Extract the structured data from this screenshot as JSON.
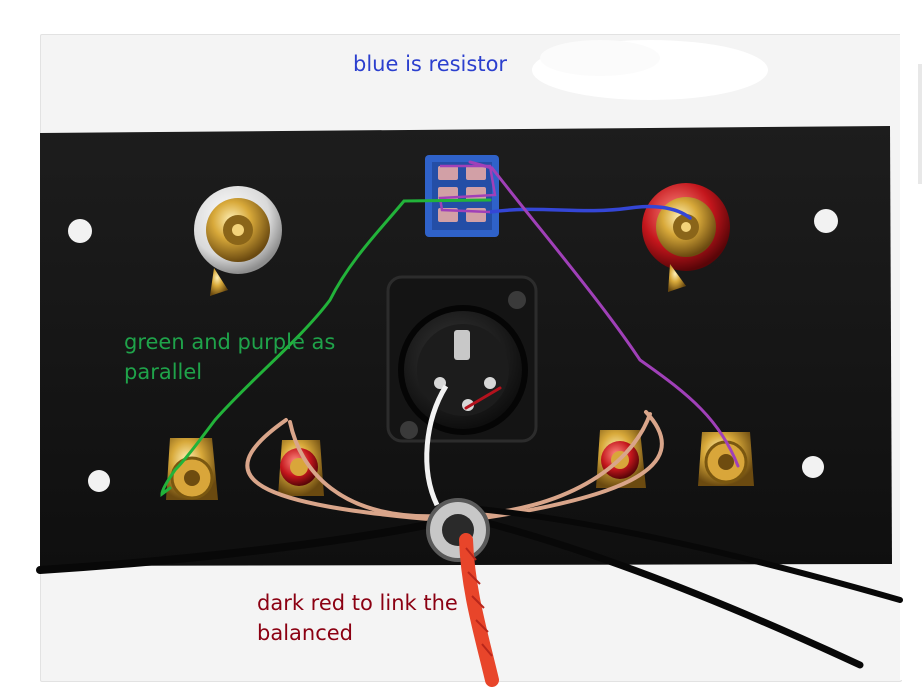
{
  "annotations": {
    "blue": {
      "text": "blue is resistor",
      "color": "#2b3fce"
    },
    "green": {
      "line1": "green and purple as",
      "line2": "parallel",
      "color": "#1fa34a"
    },
    "dark_red": {
      "line1": "dark red to link the",
      "line2": "balanced",
      "color": "#8b0012"
    }
  },
  "colors": {
    "panel": "#151515",
    "gold": "#c99a2e",
    "blue_wire": "#3446d6",
    "purple_wire": "#a040b8",
    "green_wire": "#22b33a",
    "red_cable": "#e8452a",
    "copper": "#d9a58a"
  }
}
